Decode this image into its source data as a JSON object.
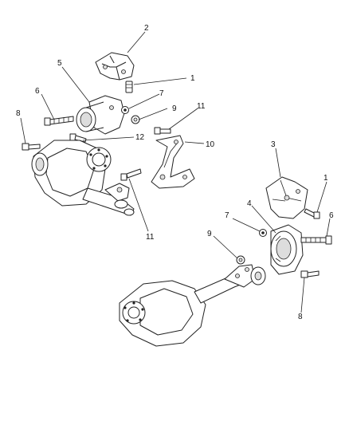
{
  "diagram": {
    "callouts_upper": {
      "c1": "1",
      "c2": "2",
      "c5": "5",
      "c6": "6",
      "c7": "7",
      "c8": "8",
      "c9": "9",
      "c10": "10",
      "c11a": "11",
      "c11b": "11",
      "c12": "12"
    },
    "callouts_lower": {
      "c1": "1",
      "c3": "3",
      "c4": "4",
      "c6": "6",
      "c7": "7",
      "c8": "8",
      "c9": "9"
    }
  }
}
